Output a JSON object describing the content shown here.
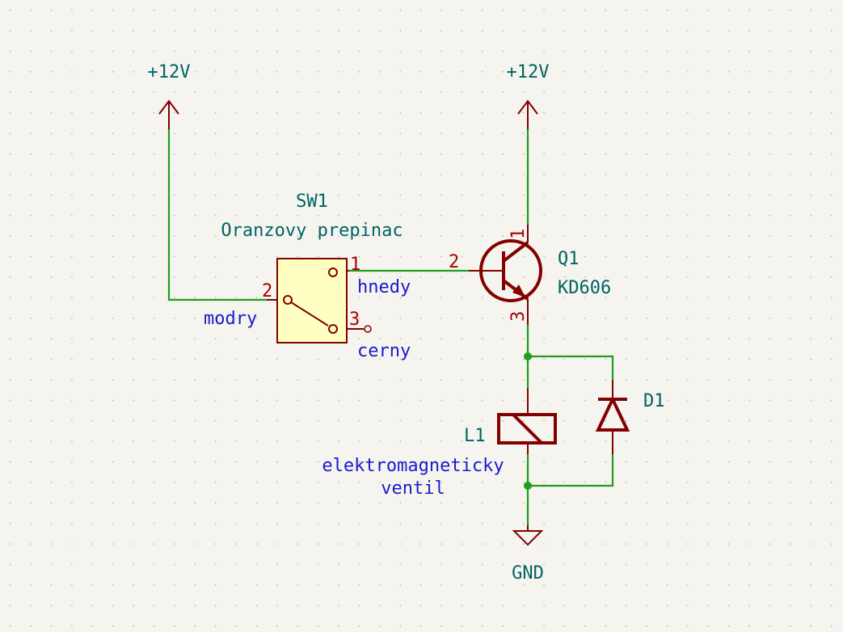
{
  "colors": {
    "background": "#f5f4ef",
    "wire": "#1f9e1f",
    "symbol": "#840000",
    "symbol_fill": "#ffffc2",
    "power_label": "#006464",
    "pin_number": "#a90000",
    "ref_label": "#006464",
    "net_label": "#1a1acc",
    "junction": "#1f9e1f"
  },
  "power": {
    "left": "+12V",
    "right": "+12V",
    "ground": "GND"
  },
  "switch": {
    "ref": "SW1",
    "value": "Oranzovy prepinac",
    "pin1": "1",
    "pin2": "2",
    "pin3": "3",
    "label_pin1": "hnedy",
    "label_pin2": "modry",
    "label_pin3": "cerny"
  },
  "transistor": {
    "ref": "Q1",
    "value": "KD606",
    "pin1": "1",
    "pin2": "2",
    "pin3": "3"
  },
  "coil": {
    "ref": "L1",
    "value_line1": "elektromagneticky",
    "value_line2": "ventil"
  },
  "diode": {
    "ref": "D1"
  }
}
